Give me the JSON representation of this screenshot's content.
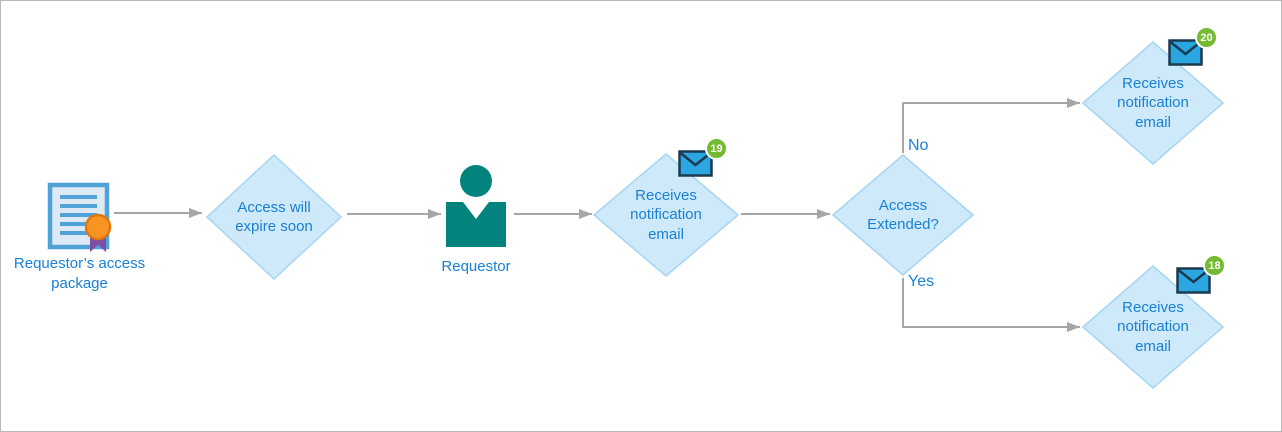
{
  "diagram": {
    "description": "Access package expiration notification flow",
    "colors": {
      "diamond_fill": "#cde9fa",
      "diamond_border": "#a6d5f2",
      "text_blue": "#1a80d4",
      "arrow_gray": "#a6a6a6",
      "person_teal": "#03837e",
      "envelope_blue": "#2aa7e0",
      "badge_green": "#75ba33",
      "doc_border": "#4fa3d9",
      "seal_orange": "#f89422",
      "ribbon_purple": "#7e4fa5"
    },
    "nodes": {
      "access_package": {
        "label": "Requestor’s access package",
        "icon": "certificate-document-icon"
      },
      "expire_soon": {
        "label": "Access will expire soon",
        "shape": "diamond"
      },
      "requestor": {
        "label": "Requestor",
        "icon": "person-icon"
      },
      "notify_19": {
        "label": "Receives notification email",
        "shape": "diamond",
        "badge": "19",
        "icon": "email-icon"
      },
      "access_extended": {
        "label": "Access Extended?",
        "shape": "diamond"
      },
      "notify_20": {
        "label": "Receives notification email",
        "shape": "diamond",
        "badge": "20",
        "icon": "email-icon"
      },
      "notify_18": {
        "label": "Receives notification email",
        "shape": "diamond",
        "badge": "18",
        "icon": "email-icon"
      }
    },
    "edges": {
      "no_label": "No",
      "yes_label": "Yes"
    }
  }
}
